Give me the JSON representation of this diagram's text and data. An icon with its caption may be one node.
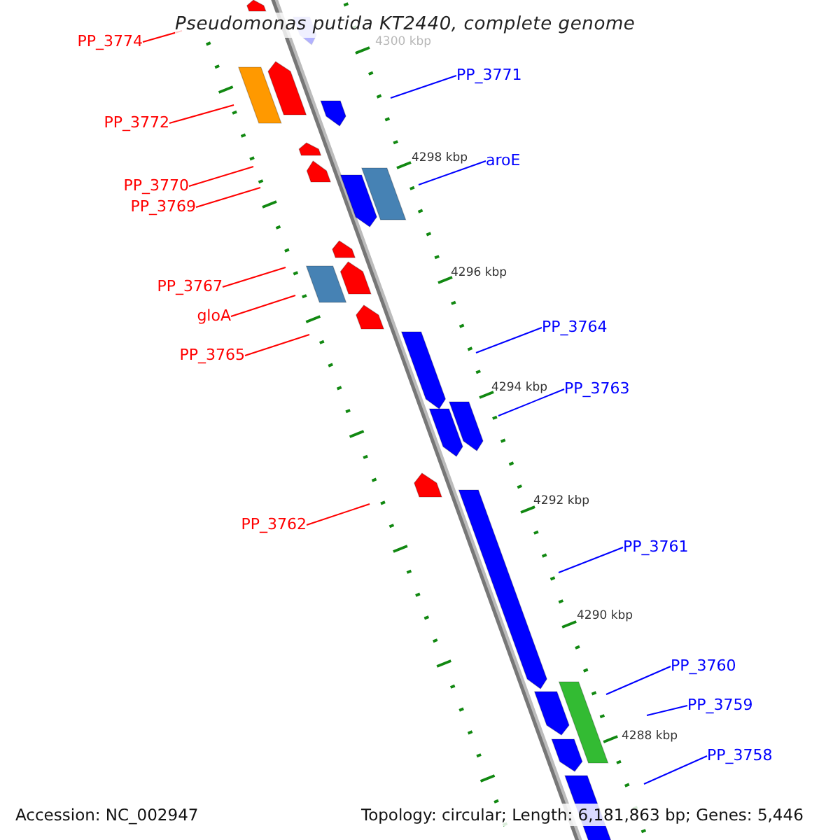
{
  "diagram": {
    "title": "Pseudomonas putida KT2440, complete genome",
    "nodes": [
      {
        "text": [
          "PP_3774"
        ]
      },
      {
        "text": [
          "PP_3771"
        ]
      },
      {
        "text": [
          "PP_3772"
        ]
      },
      {
        "text": [
          "aroE"
        ]
      },
      {
        "text": [
          "PP_3770"
        ]
      },
      {
        "text": [
          "PP_3769"
        ]
      },
      {
        "text": [
          "PP_3767"
        ]
      },
      {
        "text": [
          "gloA"
        ]
      },
      {
        "text": [
          "PP_3764"
        ]
      },
      {
        "text": [
          "PP_3765"
        ]
      },
      {
        "text": [
          "PP_3763"
        ]
      },
      {
        "text": [
          "PP_3762"
        ]
      },
      {
        "text": [
          "PP_3761"
        ]
      },
      {
        "text": [
          "PP_3760"
        ]
      },
      {
        "text": [
          "PP_3759"
        ]
      },
      {
        "text": [
          "PP_3758"
        ]
      }
    ],
    "edges": [
      {
        "from": 0,
        "to": null,
        "arrow": "none",
        "color": "#ff0000"
      },
      {
        "from": 1,
        "to": null,
        "arrow": "none",
        "color": "#0000ff"
      },
      {
        "from": 2,
        "to": null,
        "arrow": "none",
        "color": "#ff0000"
      },
      {
        "from": 3,
        "to": null,
        "arrow": "none",
        "color": "#0000ff"
      },
      {
        "from": 4,
        "to": null,
        "arrow": "none",
        "color": "#ff0000"
      },
      {
        "from": 5,
        "to": null,
        "arrow": "none",
        "color": "#ff0000"
      },
      {
        "from": 6,
        "to": null,
        "arrow": "none",
        "color": "#ff0000"
      },
      {
        "from": 7,
        "to": null,
        "arrow": "none",
        "color": "#ff0000"
      },
      {
        "from": 8,
        "to": null,
        "arrow": "none",
        "color": "#0000ff"
      },
      {
        "from": 9,
        "to": null,
        "arrow": "none",
        "color": "#ff0000"
      },
      {
        "from": 10,
        "to": null,
        "arrow": "none",
        "color": "#0000ff"
      },
      {
        "from": 11,
        "to": null,
        "arrow": "none",
        "color": "#ff0000"
      },
      {
        "from": 12,
        "to": null,
        "arrow": "none",
        "color": "#0000ff"
      },
      {
        "from": 13,
        "to": null,
        "arrow": "none",
        "color": "#0000ff"
      },
      {
        "from": 14,
        "to": null,
        "arrow": "none",
        "color": "#0000ff"
      },
      {
        "from": 15,
        "to": null,
        "arrow": "none",
        "color": "#0000ff"
      }
    ],
    "labels": [
      "4300 kbp",
      "4298 kbp",
      "4296 kbp",
      "4294 kbp",
      "4292 kbp",
      "4290 kbp",
      "4288 kbp",
      "Accession: NC_002947",
      "Topology: circular; Length: 6,181,863 bp; Genes: 5,446"
    ]
  }
}
